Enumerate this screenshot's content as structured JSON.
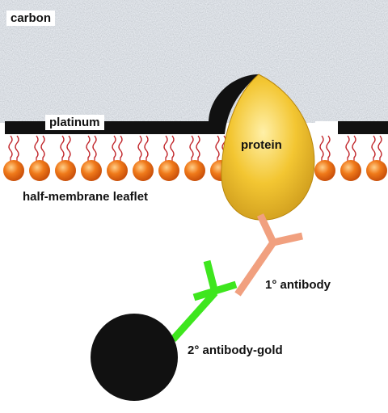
{
  "labels": {
    "carbon": "carbon",
    "platinum": "platinum",
    "protein": "protein",
    "leaflet": "half-membrane leaflet",
    "primary_antibody": "1° antibody",
    "secondary_antibody_gold": "2° antibody-gold"
  },
  "colors": {
    "carbon": "#a9b2ba",
    "platinum": "#111111",
    "lipid_head": "#f07a1a",
    "lipid_tail": "#c1262b",
    "protein": "#f3c632",
    "primary_antibody": "#f1a07f",
    "secondary_antibody": "#3ee61e",
    "gold": "#111111"
  },
  "icons": {
    "lipid": "lipid-molecule-icon",
    "antibody": "y-shaped-antibody-icon",
    "gold": "gold-particle-icon"
  }
}
